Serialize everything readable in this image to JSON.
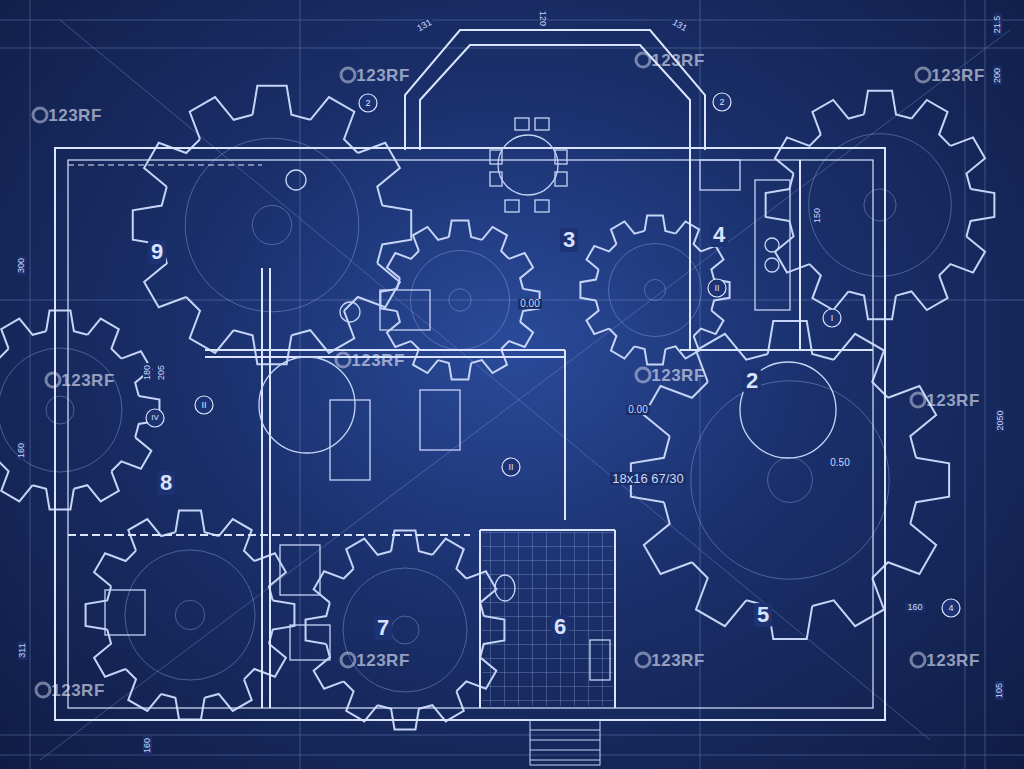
{
  "diagram": {
    "labels": [
      "9",
      "3",
      "4",
      "2",
      "8",
      "5",
      "7",
      "6",
      "18x16 67/30",
      "0.00",
      "0.00",
      "0.50",
      "131",
      "120",
      "131",
      "300",
      "160",
      "311",
      "2050",
      "200",
      "21.5",
      "160",
      "105",
      "180",
      "205",
      "150",
      "160",
      "II",
      "IV",
      "II",
      "II",
      "I",
      "2",
      "2",
      "4",
      "123RF",
      "123RF",
      "123RF",
      "123RF",
      "123RF",
      "123RF",
      "123RF",
      "123RF",
      "123RF",
      "123RF",
      "123RF",
      "123RF"
    ]
  }
}
